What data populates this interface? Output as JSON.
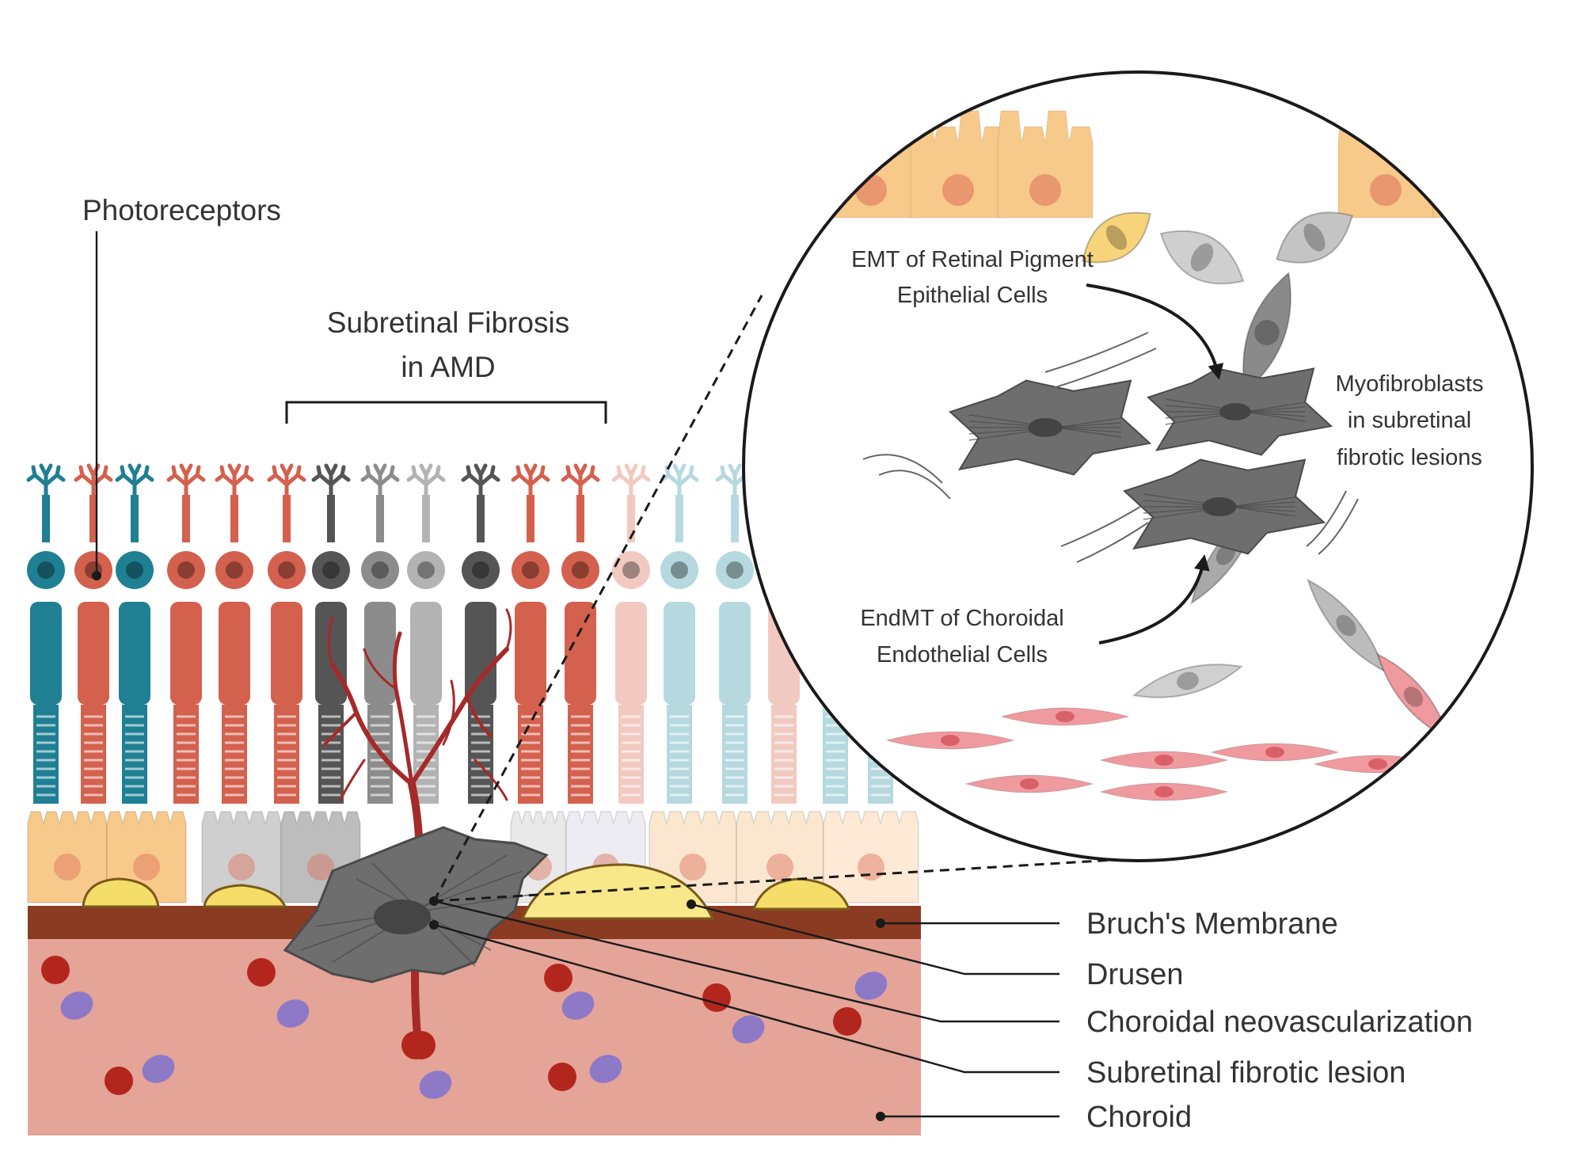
{
  "labels": {
    "photoreceptors": "Photoreceptors",
    "title_line1": "Subretinal Fibrosis",
    "title_line2": "in AMD",
    "emt_line1": "EMT of Retinal Pigment",
    "emt_line2": "Epithelial Cells",
    "myo_line1": "Myofibroblasts",
    "myo_line2": "in subretinal",
    "myo_line3": "fibrotic lesions",
    "endmt_line1": "EndMT of Choroidal",
    "endmt_line2": "Endothelial Cells",
    "bruchs": "Bruch's Membrane",
    "drusen": "Drusen",
    "cnv": "Choroidal neovascularization",
    "lesion": "Subretinal fibrotic lesion",
    "choroid": "Choroid"
  },
  "colors": {
    "cone_teal": "#1f7f93",
    "rod_red": "#d4604e",
    "fibrotic_dark": "#555555",
    "fibrotic_grey": "#8c8c8c",
    "fibrotic_light": "#b3b3b3",
    "faded_red": "#f2c9c1",
    "faded_teal": "#b6d9e0",
    "rpe_orange": "#f7c98a",
    "drusen_yellow": "#f5dd6a",
    "bruchs_brown": "#8b3b22",
    "choroid_pink": "#e4a497",
    "rbc_red": "#b3261e",
    "wbc_purple": "#8e79c7",
    "vessel_red": "#a52a2a",
    "endothelial_pink": "#ef9a9f"
  }
}
